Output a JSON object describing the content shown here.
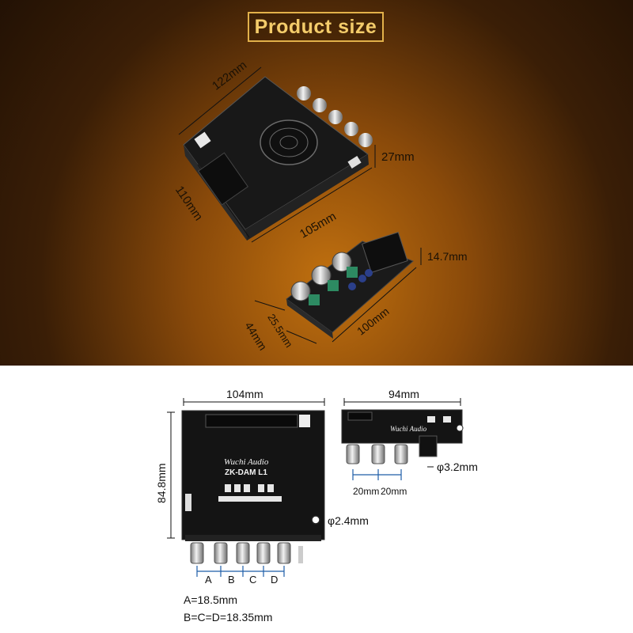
{
  "title": "Product size",
  "dims": {
    "top_length": "122mm",
    "side_length": "110mm",
    "height": "27mm",
    "front_length": "105mm",
    "module_height": "14.7mm",
    "module_length": "100mm",
    "module_depth": "25.5mm",
    "module_width": "44mm",
    "back_width": "104mm",
    "back_height": "84.8mm",
    "hole_small": "φ2.4mm",
    "side_width": "94mm",
    "hole_large": "φ3.2mm",
    "spacing_1": "20mm",
    "spacing_2": "20mm"
  },
  "knob_labels": [
    "A",
    "B",
    "C",
    "D"
  ],
  "board_brand": "Wuchi Audio",
  "board_model": "ZK-DAM L1",
  "side_brand": "Wuchi Audio",
  "formula_a": "A=18.5mm",
  "formula_bcd": "B=C=D=18.35mm",
  "colors": {
    "title": "#f4cc6a",
    "board": "#141414",
    "module": "#1a1a1a"
  }
}
